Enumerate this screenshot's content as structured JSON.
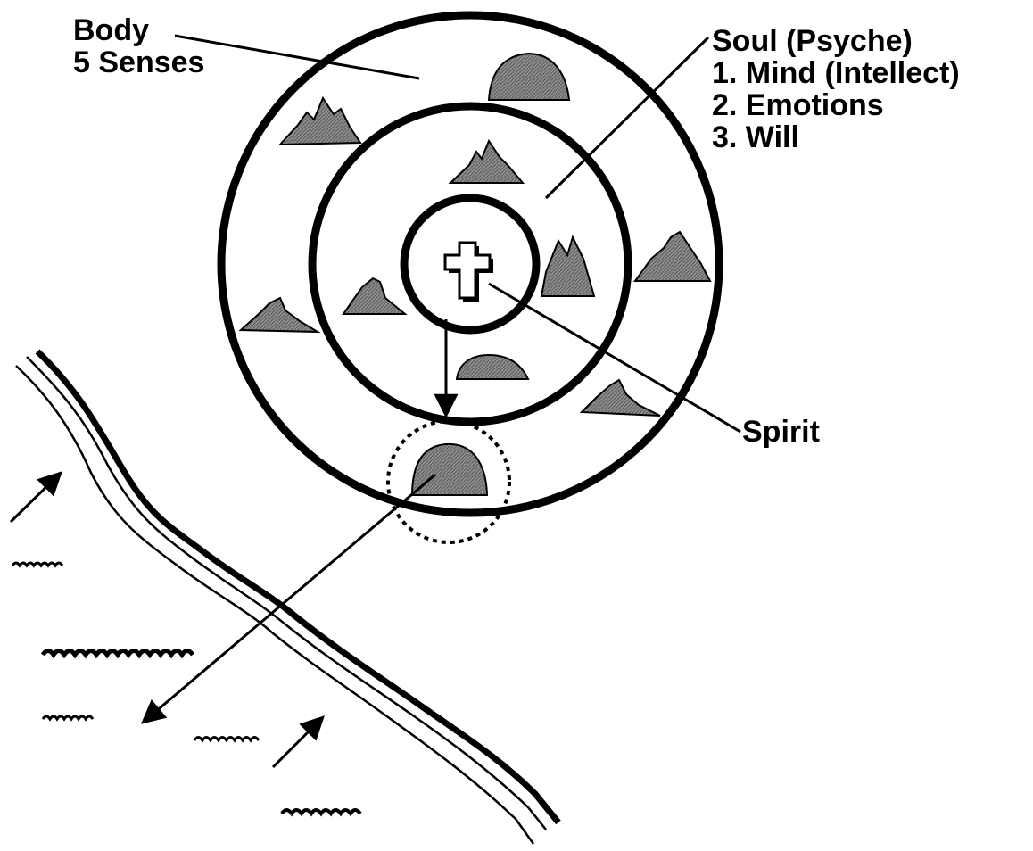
{
  "labels": {
    "body": {
      "title": "Body",
      "subtitle": "5 Senses"
    },
    "soul": {
      "title": "Soul (Psyche)",
      "items": [
        "1. Mind (Intellect)",
        "2. Emotions",
        "3. Will"
      ]
    },
    "spirit": "Spirit"
  },
  "icons": {
    "center": "cross-icon",
    "mounds": "mound-icon",
    "peaks": "mountain-icon",
    "water": "wave-icon"
  },
  "colors": {
    "ink": "#000000",
    "shade": "#8c8c8c",
    "background": "#ffffff"
  }
}
